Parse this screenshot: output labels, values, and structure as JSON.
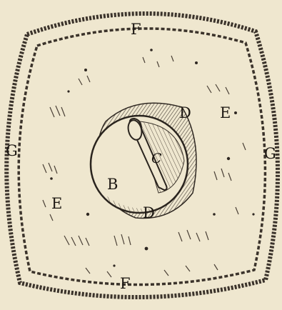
{
  "figure": {
    "paper_color": "#efe7cf",
    "ink_color": "#2a241e",
    "labels": {
      "f_top": "F",
      "f_bottom": "F",
      "g_left": "G",
      "g_right": "G",
      "e_left": "E",
      "e_right": "E",
      "d_upper": "D",
      "d_lower": "D",
      "b": "B",
      "c": "C"
    }
  }
}
